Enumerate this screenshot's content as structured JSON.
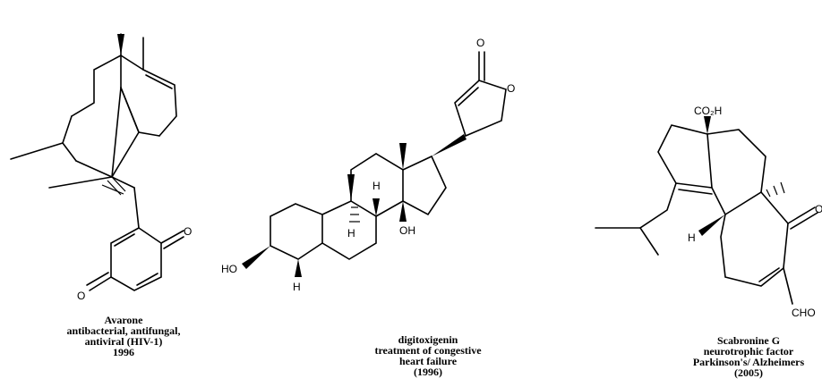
{
  "compounds": [
    {
      "name": "Avarone",
      "lines": [
        "antibacterial, antifungal,",
        "antiviral (HIV-1)",
        "1996"
      ],
      "atoms": {
        "o1": "O",
        "o2": "O"
      }
    },
    {
      "name": "digitoxigenin",
      "lines": [
        "treatment of congestive",
        "heart failure",
        "(1996)"
      ],
      "atoms": {
        "o_carbonyl": "O",
        "o_ring": "O",
        "ho": "HO",
        "oh": "OH",
        "h1": "H",
        "h2": "H",
        "h3": "H"
      }
    },
    {
      "name": "Scabronine G",
      "lines": [
        "neurotrophic factor",
        "Parkinson's/ Alzheimers",
        "(2005)"
      ],
      "atoms": {
        "co2h": "CO₂H",
        "h": "H",
        "o": "O",
        "cho": "CHO"
      }
    }
  ]
}
